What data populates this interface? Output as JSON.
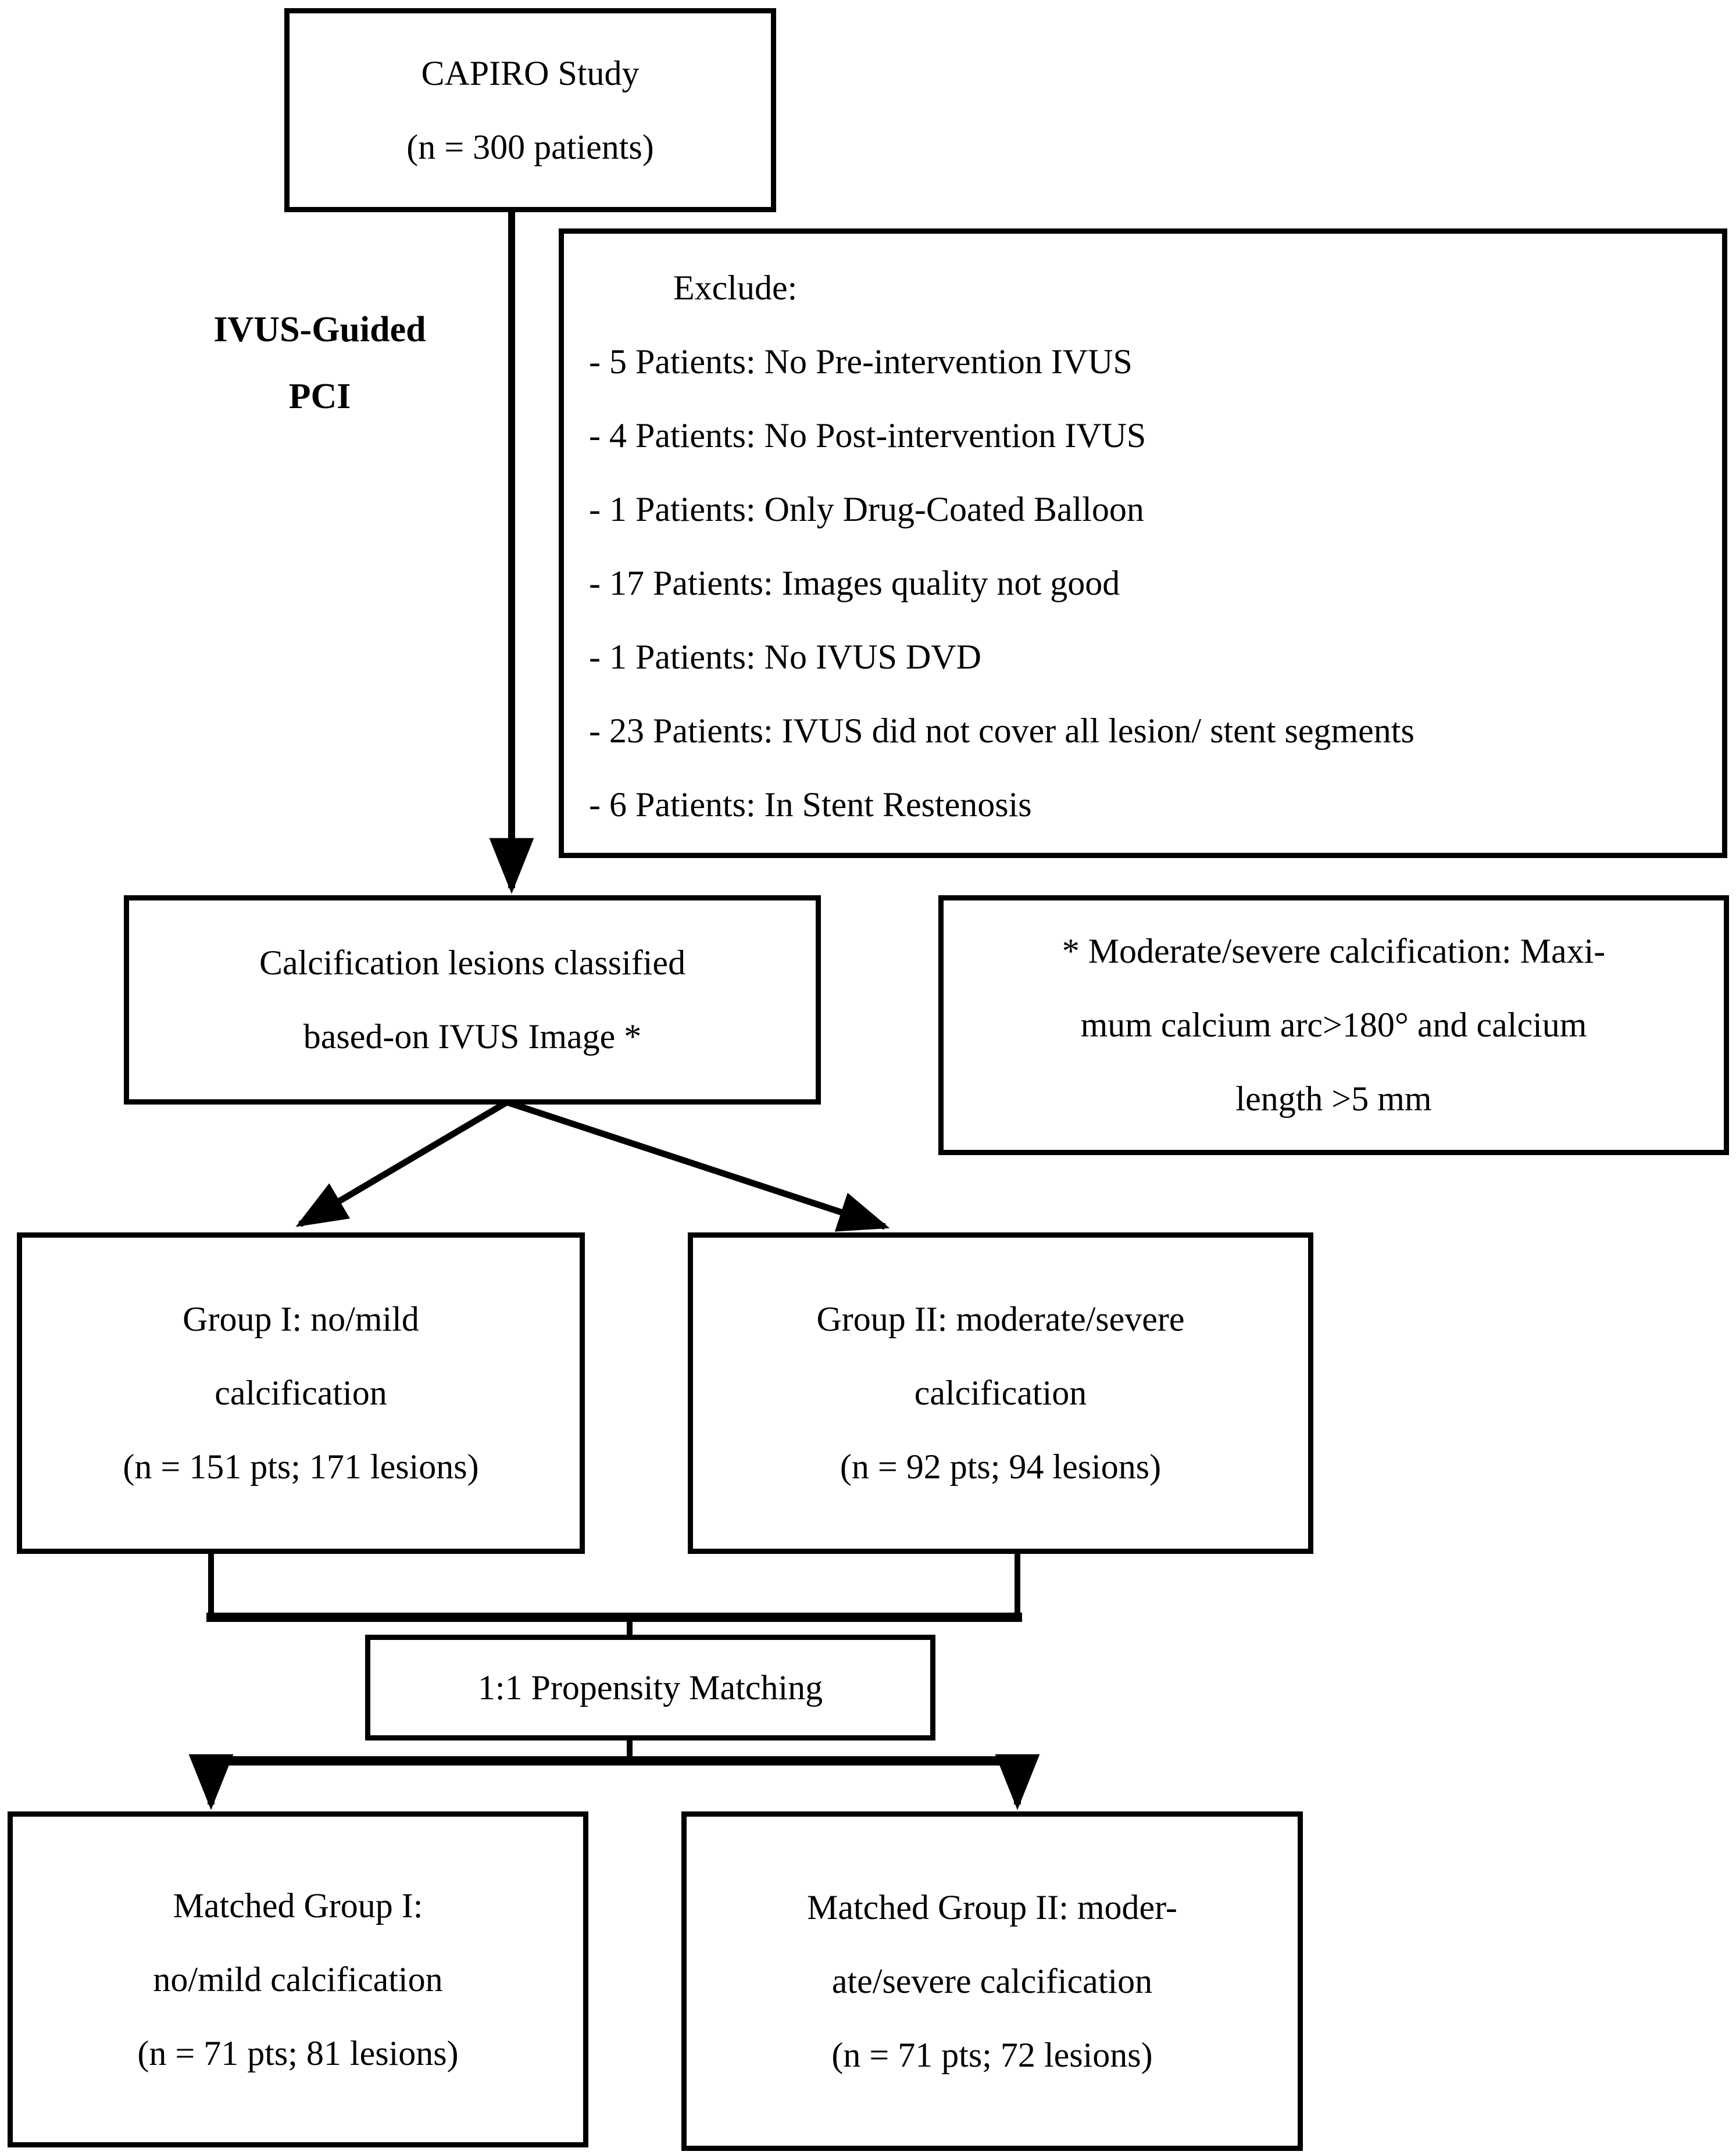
{
  "flowchart": {
    "capiro": {
      "lines": [
        "CAPIRO Study",
        "(n = 300 patients)"
      ]
    },
    "side_label": {
      "lines": [
        "IVUS-Guided",
        "PCI"
      ]
    },
    "exclude": {
      "header": "Exclude:",
      "items": [
        "- 5 Patients: No Pre-intervention IVUS",
        "- 4 Patients: No Post-intervention IVUS",
        "- 1 Patients: Only Drug-Coated Balloon",
        "- 17 Patients: Images quality not good",
        "- 1 Patients: No IVUS DVD",
        "- 23 Patients: IVUS did not cover all lesion/ stent segments",
        "- 6 Patients: In Stent Restenosis"
      ]
    },
    "classify": {
      "lines": [
        "Calcification lesions classified",
        "based-on IVUS Image *"
      ]
    },
    "note": {
      "lines": [
        "* Moderate/severe calcification: Maxi-",
        "mum calcium arc>180° and calcium",
        "length >5 mm"
      ]
    },
    "group1": {
      "lines": [
        "Group I: no/mild",
        "calcification",
        "(n = 151 pts; 171 lesions)"
      ]
    },
    "group2": {
      "lines": [
        "Group II: moderate/severe",
        "calcification",
        "(n = 92 pts; 94 lesions)"
      ]
    },
    "matching": {
      "label": "1:1 Propensity Matching"
    },
    "matched1": {
      "lines": [
        "Matched Group I:",
        "no/mild calcification",
        "(n = 71 pts; 81 lesions)"
      ]
    },
    "matched2": {
      "lines": [
        "Matched Group II: moder-",
        "ate/severe calcification",
        "(n = 71 pts; 72 lesions)"
      ]
    }
  },
  "colors": {
    "ink": "#000000",
    "background": "#ffffff"
  }
}
